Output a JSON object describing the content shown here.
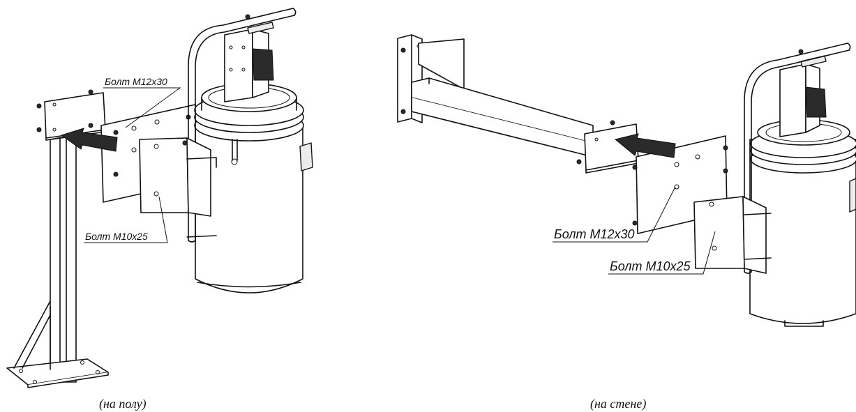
{
  "figure_left": {
    "bolt_top_label": "Болт М12х30",
    "bolt_bottom_label": "Болт М10х25",
    "caption": "(на полу)"
  },
  "figure_right": {
    "bolt_top_label": "Болт М12х30",
    "bolt_bottom_label": "Болт М10х25",
    "caption": "(на стене)"
  },
  "colors": {
    "line": "#111111",
    "arrow": "#2a2a2a",
    "background": "#ffffff"
  }
}
